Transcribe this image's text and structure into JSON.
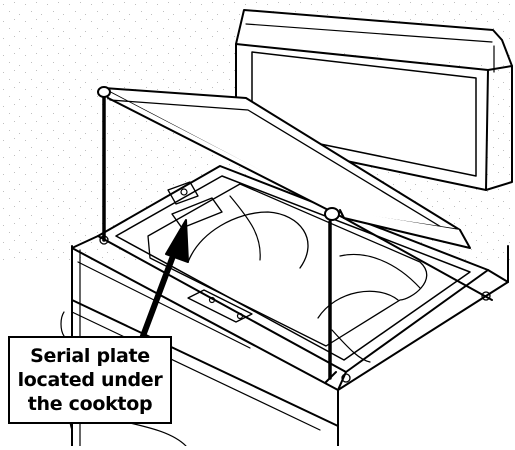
{
  "callout": {
    "lines": [
      "Serial plate",
      "located under",
      "the cooktop"
    ]
  },
  "colors": {
    "line": "#000000",
    "background": "#ffffff",
    "speckle": "#8a8a8a"
  },
  "parts": {
    "appliance": "range-with-lifted-cooktop",
    "pointer": "arrow-icon"
  }
}
